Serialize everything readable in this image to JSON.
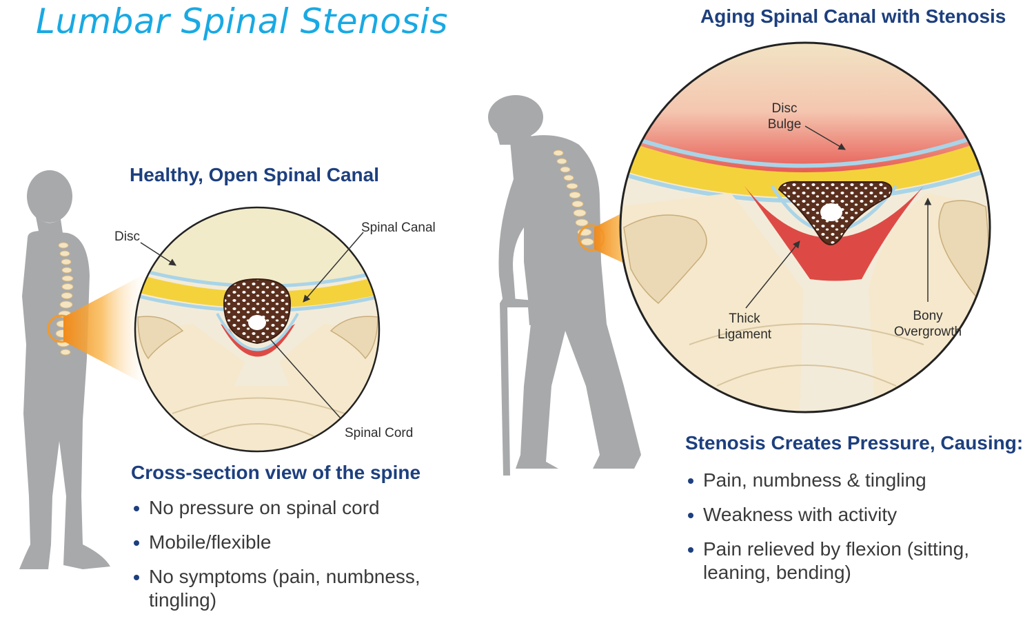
{
  "title": "Lumbar Spinal Stenosis",
  "healthy": {
    "heading": "Healthy, Open Spinal Canal",
    "labels": {
      "disc": "Disc",
      "spinal_canal": "Spinal Canal",
      "spinal_cord": "Spinal Cord"
    },
    "subheading": "Cross-section view of the spine",
    "bullets": [
      "No pressure on spinal cord",
      "Mobile/flexible",
      "No symptoms (pain, numbness, tingling)"
    ]
  },
  "aging": {
    "heading": "Aging Spinal Canal with Stenosis",
    "labels": {
      "disc_bulge": "Disc Bulge",
      "thick_ligament": "Thick Ligament",
      "bony_overgrowth": "Bony Overgrowth"
    },
    "subheading": "Stenosis Creates Pressure, Causing:",
    "bullets": [
      "Pain, numbness & tingling",
      "Weakness with activity",
      "Pain relieved by flexion (sitting, leaning, bending)"
    ]
  },
  "colors": {
    "title_blue": "#19a9e3",
    "heading_navy": "#1d3f7e",
    "silhouette": "#a7a9ab",
    "disc": "#f1ebc9",
    "ligament_yellow": "#f4d23c",
    "cord_brown": "#5a2f1e",
    "inflamed_red": "#dd4a45",
    "cone_orange": "#f7a033"
  }
}
